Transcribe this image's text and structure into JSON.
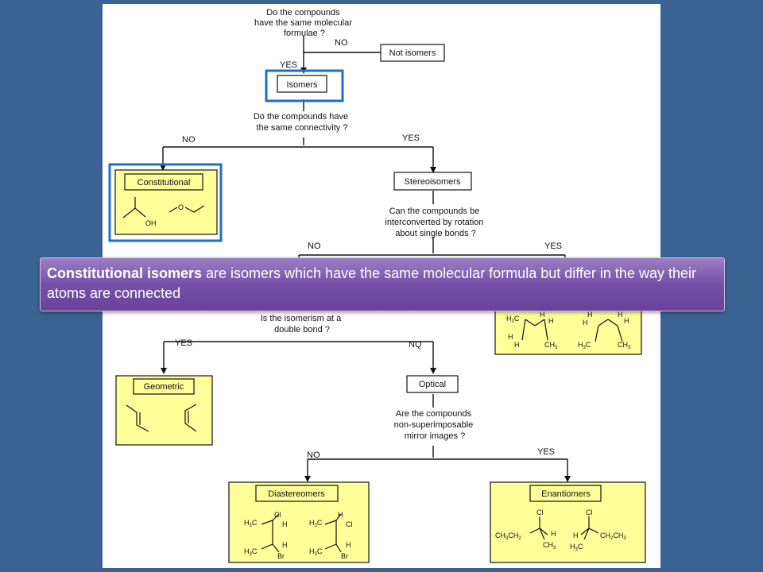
{
  "flowchart": {
    "q_formula": [
      "Do the compounds",
      "have the same molecular",
      "formulae ?"
    ],
    "q_connectivity": [
      "Do the compounds have",
      "the same connectivity ?"
    ],
    "q_rotation": [
      "Can the compounds be",
      "interconverted by rotation",
      "about single bonds ?"
    ],
    "q_double_bond": [
      "Is the isomerism at a",
      "double bond ?"
    ],
    "q_mirror": [
      "Are the compounds",
      "non-superimposable",
      "mirror images ?"
    ],
    "no": "NO",
    "yes": "YES",
    "yes_lower": "YES",
    "no_q": "NQ",
    "boxes": {
      "not_isomers": "Not isomers",
      "isomers": "Isomers",
      "constitutional": "Constitutional",
      "stereoisomers": "Stereoisomers",
      "geometric": "Geometric",
      "optical": "Optical",
      "diastereomers": "Diastereomers",
      "enantiomers": "Enantiomers"
    },
    "chem_labels": {
      "oh": "OH",
      "o": "O",
      "cl": "Cl",
      "br": "Br",
      "h": "H",
      "c": "C",
      "h3": "3",
      "ch": "CH",
      "ch3": "CH",
      "ch2": "CH",
      "two": "2",
      "three": "3"
    },
    "highlight_color": "#1f6fc4",
    "yellow": "#ffff99"
  },
  "callout": {
    "term": "Constitutional isomers",
    "text": " are isomers which have the same molecular formula but differ in the way their atoms are connected"
  }
}
